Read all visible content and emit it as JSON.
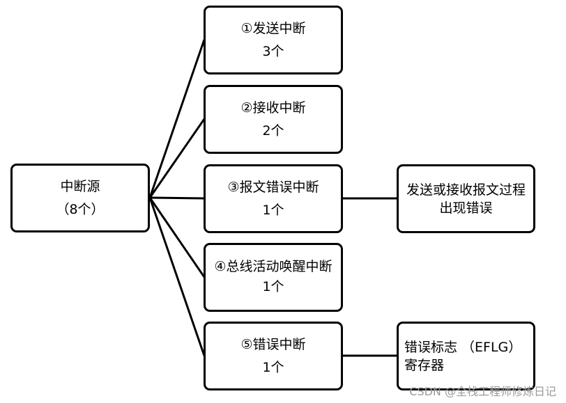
{
  "root": {
    "title": "中断源",
    "count": "（8个）"
  },
  "branches": [
    {
      "title": "①发送中断",
      "count": "3个"
    },
    {
      "title": "②接收中断",
      "count": "2个"
    },
    {
      "title": "③报文错误中断",
      "count": "1个"
    },
    {
      "title": "④总线活动唤醒中断",
      "count": "1个"
    },
    {
      "title": "⑤错误中断",
      "count": "1个"
    }
  ],
  "notes": {
    "error_message": "发送或接收报文过程出现错误",
    "error_register": "错误标志 （EFLG）寄存器"
  },
  "watermark": "CSDN @全栈工程师修炼日记"
}
